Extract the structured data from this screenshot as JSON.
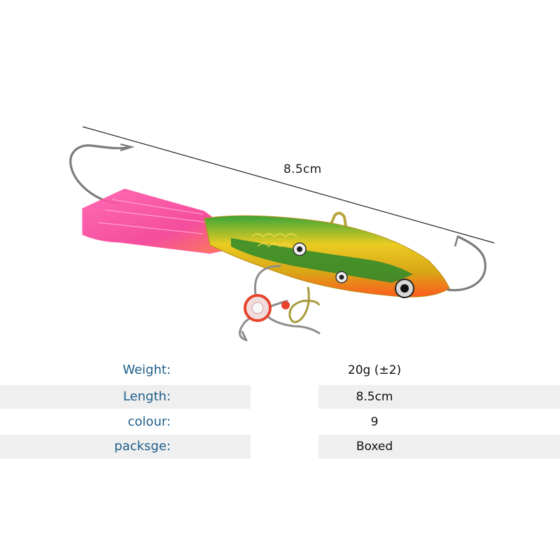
{
  "figure": {
    "dimension_label": "8.5cm",
    "colors": {
      "body_gold": "#e8c21a",
      "body_green": "#2e8f2a",
      "tail_pink": "#f0449a",
      "tail_orange": "#ff6a2a",
      "hook_metal": "#8a8a8a",
      "bead_red": "#e8432d"
    }
  },
  "specs": [
    {
      "label": "Weight:",
      "value": "20g  (±2)"
    },
    {
      "label": "Length:",
      "value": "8.5cm"
    },
    {
      "label": "colour:",
      "value": "9"
    },
    {
      "label": "packsge:",
      "value": "Boxed"
    }
  ],
  "theme": {
    "label_color": "#1d5f8a",
    "row_band_color": "#efefef"
  }
}
